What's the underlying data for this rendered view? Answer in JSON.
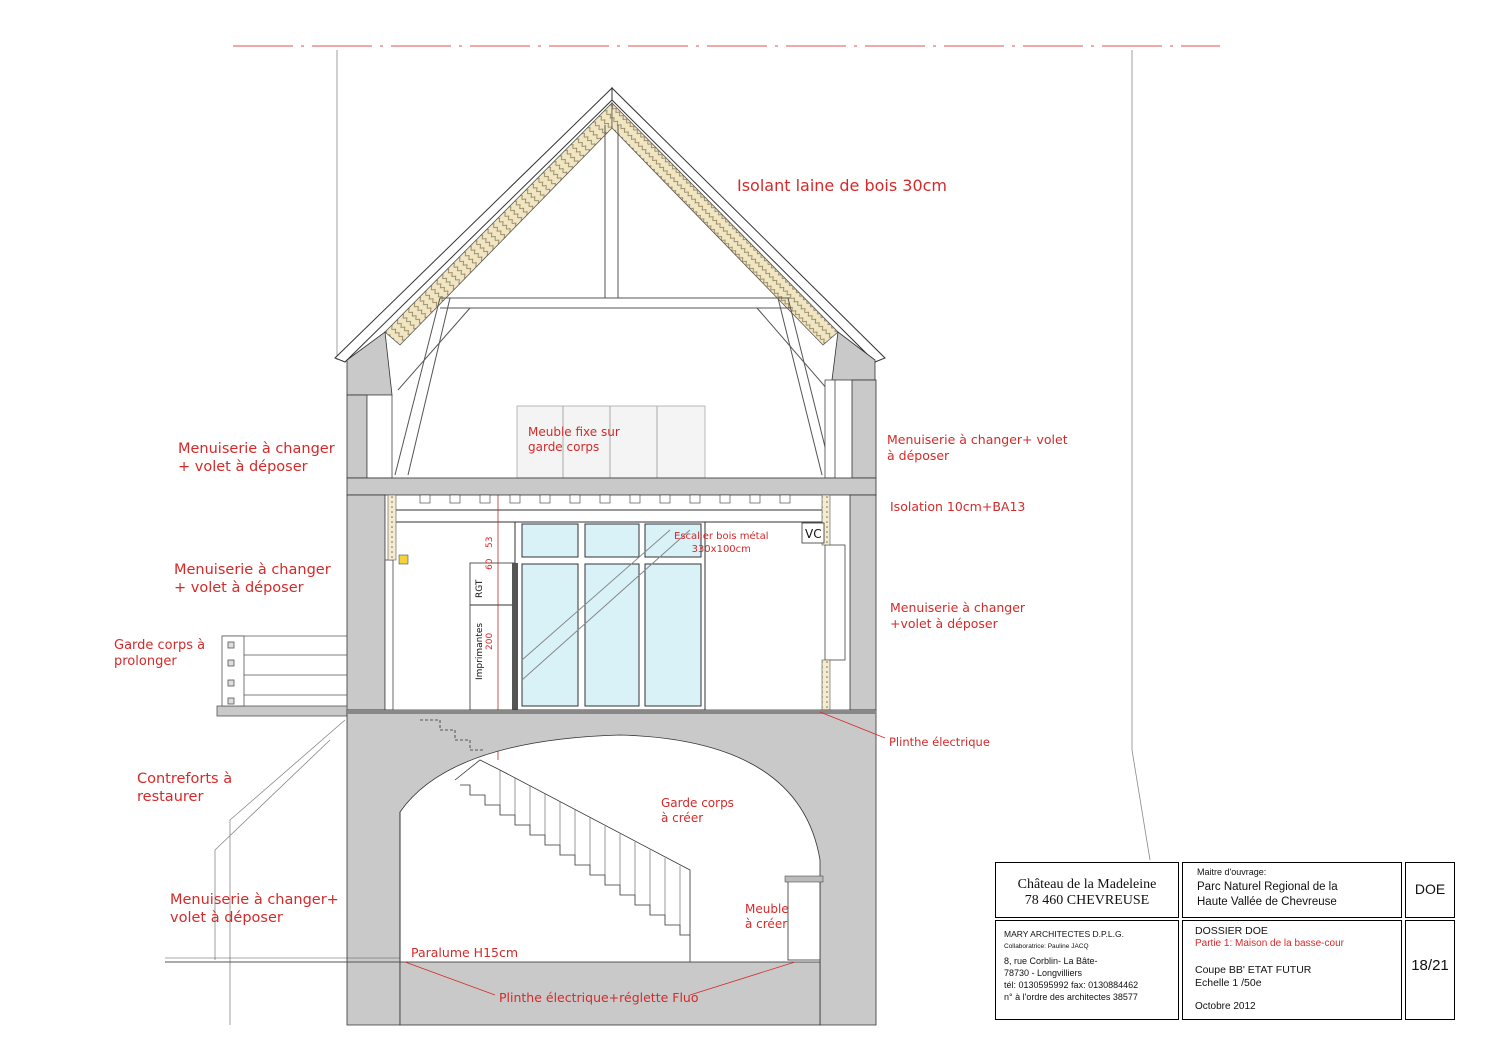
{
  "annotations": {
    "isolant": "Isolant laine de bois 30cm",
    "menuiserie_top_left": [
      "Menuiserie à changer",
      "+ volet à déposer"
    ],
    "meuble_fixe": [
      "Meuble fixe sur",
      "garde corps"
    ],
    "menuiserie_top_right": [
      "Menuiserie à changer+ volet",
      "à déposer"
    ],
    "isolation": "Isolation 10cm+BA13",
    "menuiserie_mid_left": [
      "Menuiserie à changer",
      "+ volet à déposer"
    ],
    "escalier": [
      "Escalier bois métal",
      "330x100cm"
    ],
    "menuiserie_mid_right": [
      "Menuiserie à changer",
      "+volet à déposer"
    ],
    "garde_corps_prolonger": [
      "Garde corps à",
      "prolonger"
    ],
    "plinthe_electrique": "Plinthe électrique",
    "contreforts": [
      "Contreforts à",
      "restaurer"
    ],
    "garde_corps_creer": [
      "Garde corps",
      "à créer"
    ],
    "meuble_creer": [
      "Meuble",
      "à créer"
    ],
    "menuiserie_bottom_left": [
      "Menuiserie à changer+",
      "volet à déposer"
    ],
    "paralume": "Paralume H15cm",
    "plinthe_fluo": "Plinthe électrique+réglette Fluo"
  },
  "drawing_labels": {
    "vc": "VC",
    "dim_53": "53",
    "dim_60": "60",
    "dim_200": "200",
    "rgt": "RGT",
    "imprimantes": "Imprimantes"
  },
  "cartouche": {
    "site_name": "Château de la Madeleine",
    "site_city": "78 460 CHEVREUSE",
    "maitre_label": "Maitre d'ouvrage:",
    "maitre_name": [
      "Parc Naturel Regional de la",
      "Haute Vallée de Chevreuse"
    ],
    "phase": "DOE",
    "architect": "MARY ARCHITECTES D.P.L.G.",
    "collab": "Collaboratrice: Pauline JACQ",
    "address": [
      "8, rue Corblin- La Bâte-",
      "78730 - Longvilliers",
      "tél: 0130595992 fax: 0130884462",
      "n° à l'ordre des architectes 38577"
    ],
    "dossier": "DOSSIER DOE",
    "partie": "Partie 1: Maison de la basse-cour",
    "coupe": "Coupe BB' ETAT FUTUR",
    "echelle": "Echelle 1 /50e",
    "date": "Octobre 2012",
    "sheet": "18/21"
  },
  "colors": {
    "annotation": "#d42a2a",
    "wall": "#c9c9c9",
    "glass": "#d9f2f7",
    "insulation": "#efe3bf"
  }
}
